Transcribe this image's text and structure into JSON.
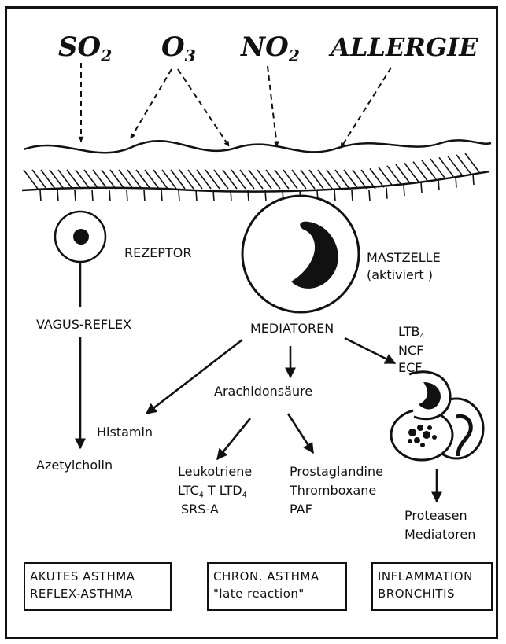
{
  "pollutants": {
    "so2": {
      "base": "SO",
      "sub": "2"
    },
    "o3": {
      "base": "O",
      "sub": "3"
    },
    "no2": {
      "base": "NO",
      "sub": "2"
    },
    "allergie": "ALLERGIE"
  },
  "labels": {
    "rezeptor": "REZEPTOR",
    "mastzelle": "MASTZELLE",
    "mastzelle_note": "(aktiviert )",
    "vagus_reflex": "VAGUS-REFLEX",
    "mediatoren": "MEDIATOREN",
    "ltb": {
      "base": "LTB",
      "sub": "4"
    },
    "ncf": "NCF",
    "ecf": "ECF",
    "arachidonsaeure": "Arachidonsäure",
    "histamin": "Histamin",
    "azetylcholin": "Azetylcholin",
    "leukotriene": "Leukotriene",
    "ltc": {
      "base1": "LTC",
      "sub1": "4",
      "mid": " T LTD",
      "sub2": "4"
    },
    "srs_a": "SRS-A",
    "prostaglandine": "Prostaglandine",
    "thromboxane": "Thromboxane",
    "paf": "PAF",
    "proteasen": "Proteasen",
    "mediatoren2": "Mediatoren"
  },
  "boxes": {
    "akut": {
      "line1": "AKUTES ASTHMA",
      "line2": "REFLEX-ASTHMA"
    },
    "chron": {
      "line1": "CHRON. ASTHMA",
      "line2": "\"late reaction\""
    },
    "inflam": {
      "line1": "INFLAMMATION",
      "line2": "BRONCHITIS"
    }
  }
}
